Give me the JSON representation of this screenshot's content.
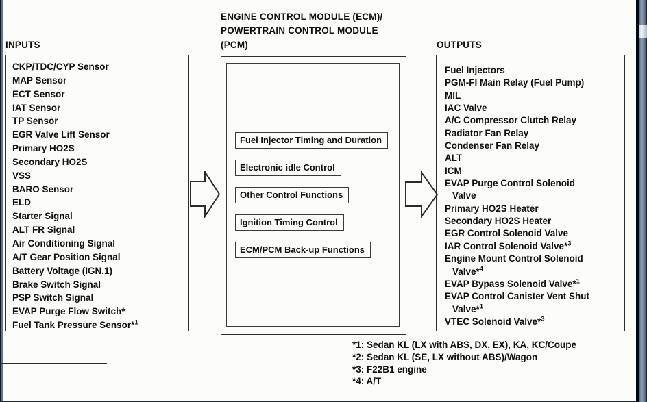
{
  "diagram": {
    "inputs": {
      "label": "INPUTS",
      "items": [
        {
          "text": "CKP/TDC/CYP Sensor"
        },
        {
          "text": "MAP Sensor"
        },
        {
          "text": "ECT Sensor"
        },
        {
          "text": "IAT Sensor"
        },
        {
          "text": "TP Sensor"
        },
        {
          "text": "EGR Valve Lift Sensor"
        },
        {
          "text": "Primary HO2S"
        },
        {
          "text": "Secondary HO2S"
        },
        {
          "text": "VSS"
        },
        {
          "text": "BARO Sensor"
        },
        {
          "text": "ELD"
        },
        {
          "text": "Starter Signal"
        },
        {
          "text": "ALT FR Signal"
        },
        {
          "text": "Air Conditioning Signal"
        },
        {
          "text": "A/T Gear Position Signal"
        },
        {
          "text": "Battery Voltage (IGN.1)"
        },
        {
          "text": "Brake Switch Signal"
        },
        {
          "text": "PSP Switch Signal"
        },
        {
          "text": "EVAP Purge Flow Switch*"
        },
        {
          "text": "Fuel Tank Pressure Sensor*",
          "sup": "1"
        }
      ]
    },
    "ecm": {
      "title_lines": [
        "ENGINE CONTROL MODULE (ECM)/",
        "POWERTRAIN CONTROL MODULE",
        "(PCM)"
      ],
      "functions": [
        {
          "text": "Fuel Injector Timing and Duration"
        },
        {
          "text": "Electronic idle Control"
        },
        {
          "text": "Other Control Functions"
        },
        {
          "text": "Ignition Timing Control"
        },
        {
          "text": "ECM/PCM Back-up Functions"
        }
      ]
    },
    "outputs": {
      "label": "OUTPUTS",
      "items": [
        {
          "text": "Fuel Injectors"
        },
        {
          "text": "PGM-FI Main Relay (Fuel Pump)"
        },
        {
          "text": "MIL"
        },
        {
          "text": "IAC Valve"
        },
        {
          "text": "A/C Compressor Clutch Relay"
        },
        {
          "text": "Radiator Fan Relay"
        },
        {
          "text": "Condenser Fan Relay"
        },
        {
          "text": "ALT"
        },
        {
          "text": "ICM"
        },
        {
          "text": "EVAP Purge Control Solenoid"
        },
        {
          "text": "Valve",
          "indent": true
        },
        {
          "text": "Primary HO2S Heater"
        },
        {
          "text": "Secondary HO2S Heater"
        },
        {
          "text": "EGR Control Solenoid Valve"
        },
        {
          "text": "IAR Control Solenoid Valve*",
          "sup": "3"
        },
        {
          "text": "Engine Mount Control Solenoid"
        },
        {
          "text": "Valve*",
          "sup": "4",
          "indent": true
        },
        {
          "text": "EVAP Bypass Solenoid Valve*",
          "sup": "1"
        },
        {
          "text": "EVAP Control Canister Vent Shut"
        },
        {
          "text": "Valve*",
          "sup": "1",
          "indent": true
        },
        {
          "text": "VTEC Solenoid Valve*",
          "sup": "3"
        }
      ]
    },
    "footnotes": [
      {
        "text": "*1: Sedan KL (LX with ABS, DX, EX), KA, KC/Coupe"
      },
      {
        "text": "*2: Sedan KL (SE, LX without ABS)/Wagon"
      },
      {
        "text": "*3: F22B1 engine"
      },
      {
        "text": "*4: A/T"
      }
    ]
  },
  "colors": {
    "frame_blue": "#5d7693",
    "scroll_track": "#6d87a1",
    "scroll_thumb": "#f2f5f6",
    "border_dark": "#2e2e2e"
  }
}
